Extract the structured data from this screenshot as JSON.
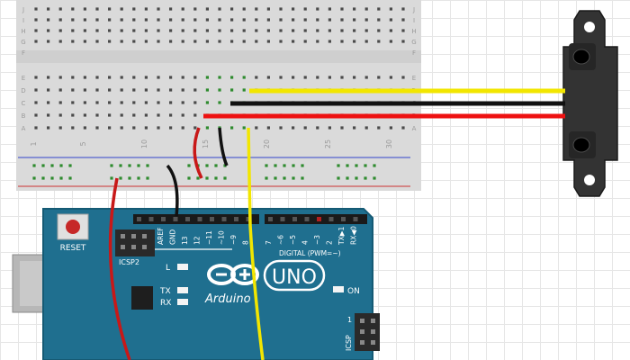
{
  "breadboard": {
    "column_numbers": [
      "1",
      "5",
      "10",
      "15",
      "20",
      "25",
      "30"
    ],
    "row_letters_left": [
      "J",
      "I",
      "H",
      "G",
      "F",
      "E",
      "D",
      "C",
      "B",
      "A"
    ],
    "row_letters_right": [
      "J",
      "I",
      "H",
      "G",
      "F",
      "E",
      "D",
      "C",
      "B",
      "A"
    ]
  },
  "arduino": {
    "brand": "Arduino",
    "model": "UNO",
    "reset_label": "RESET",
    "icsp2_label": "ICSP2",
    "icsp_label": "ICSP",
    "digital_label": "DIGITAL (PWM=~)",
    "led_l": "L",
    "led_tx": "TX",
    "led_rx": "RX",
    "on_label": "ON",
    "pin_labels_left": [
      "AREF",
      "GND",
      "13",
      "12",
      "~11",
      "~10",
      "~9",
      "8"
    ],
    "pin_labels_right": [
      "7",
      "~6",
      "~5",
      "4",
      "~3",
      "2",
      "TX▶1",
      "RX◀0"
    ],
    "icsp_pin_number": "1"
  },
  "wires": {
    "colors": {
      "signal": "#f2e600",
      "ground": "#111111",
      "power": "#ee1111",
      "red_board": "#c81818",
      "green_board": "#1e5a1e"
    }
  },
  "sensor": {
    "color": "#333333"
  }
}
